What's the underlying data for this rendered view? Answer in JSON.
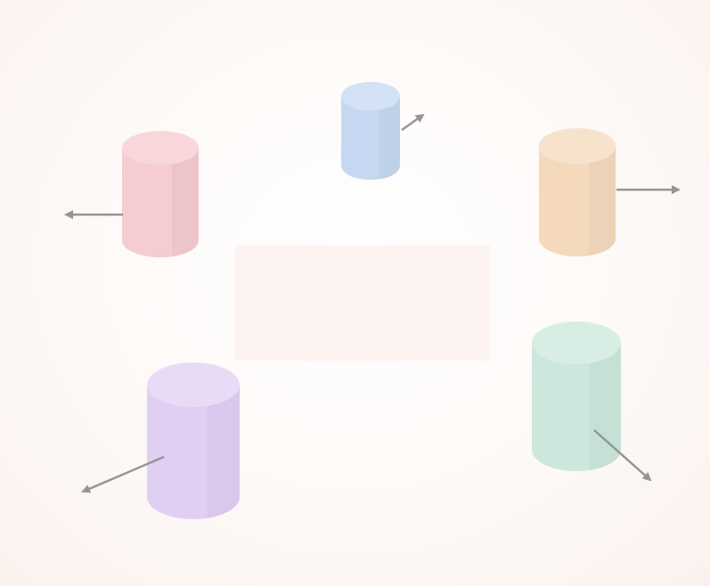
{
  "colors": {
    "background": "#fbf6f3",
    "center_panel": "#fdf1ef",
    "arrow": "#959595"
  },
  "cylinders": [
    {
      "name": "cylinder-blue",
      "color": "blue",
      "body": "#c6d8f1",
      "top": "#d3e2f5",
      "arrow_direction": "up-right"
    },
    {
      "name": "cylinder-orange",
      "color": "orange",
      "body": "#f4d9bd",
      "top": "#f7e2cc",
      "arrow_direction": "right"
    },
    {
      "name": "cylinder-green",
      "color": "green",
      "body": "#cce8dc",
      "top": "#d8eee4",
      "arrow_direction": "down-right"
    },
    {
      "name": "cylinder-purple",
      "color": "purple",
      "body": "#e1cff3",
      "top": "#e9dbf6",
      "arrow_direction": "down-left"
    },
    {
      "name": "cylinder-pink",
      "color": "pink",
      "body": "#f5ccd0",
      "top": "#f8d7da",
      "arrow_direction": "left"
    }
  ]
}
